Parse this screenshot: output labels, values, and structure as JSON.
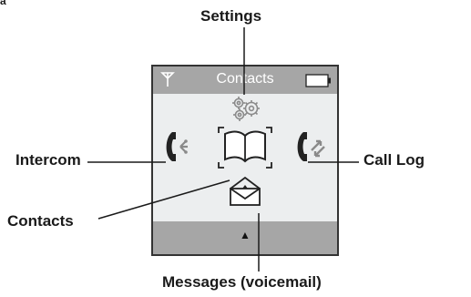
{
  "callouts": {
    "settings": "Settings",
    "intercom": "Intercom",
    "call_log": "Call Log",
    "contacts": "Contacts",
    "messages": "Messages (voicemail)"
  },
  "corner_fragment": "a",
  "screen": {
    "title": "Contacts",
    "soft_key_arrow": "▲",
    "status_icons": [
      "antenna-icon",
      "battery-icon"
    ],
    "menu_icons": [
      "settings-gears-icon",
      "intercom-phone-icon",
      "contacts-book-icon",
      "call-log-phone-icon",
      "messages-envelope-icon"
    ],
    "selected_menu": "contacts"
  },
  "colors": {
    "screen_bar": "#a6a6a6",
    "screen_body": "#eceeef",
    "icon_gray": "#8a8a8a",
    "icon_dark": "#222222"
  }
}
